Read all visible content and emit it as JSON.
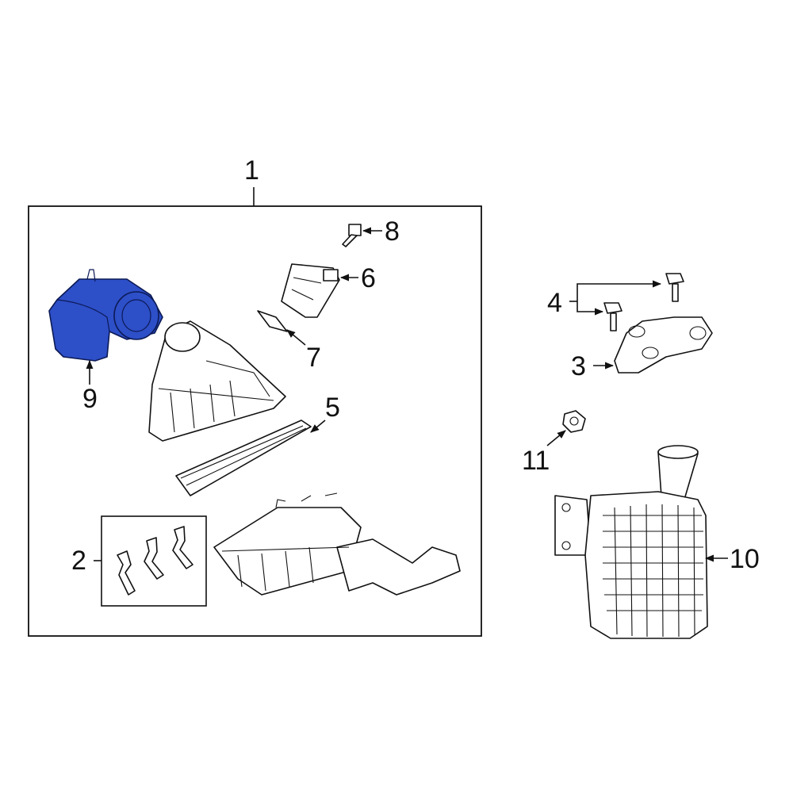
{
  "diagram": {
    "highlight_color": "#2d4fc8",
    "callouts": [
      {
        "id": "1",
        "label": "1",
        "part": "air-cleaner-assembly"
      },
      {
        "id": "2",
        "label": "2",
        "part": "clips"
      },
      {
        "id": "3",
        "label": "3",
        "part": "bracket"
      },
      {
        "id": "4",
        "label": "4",
        "part": "bolts"
      },
      {
        "id": "5",
        "label": "5",
        "part": "air-filter-element"
      },
      {
        "id": "6",
        "label": "6",
        "part": "mass-airflow-sensor"
      },
      {
        "id": "7",
        "label": "7",
        "part": "gasket"
      },
      {
        "id": "8",
        "label": "8",
        "part": "screw"
      },
      {
        "id": "9",
        "label": "9",
        "part": "outlet-duct",
        "highlighted": true
      },
      {
        "id": "10",
        "label": "10",
        "part": "resonator"
      },
      {
        "id": "11",
        "label": "11",
        "part": "nut"
      }
    ]
  }
}
